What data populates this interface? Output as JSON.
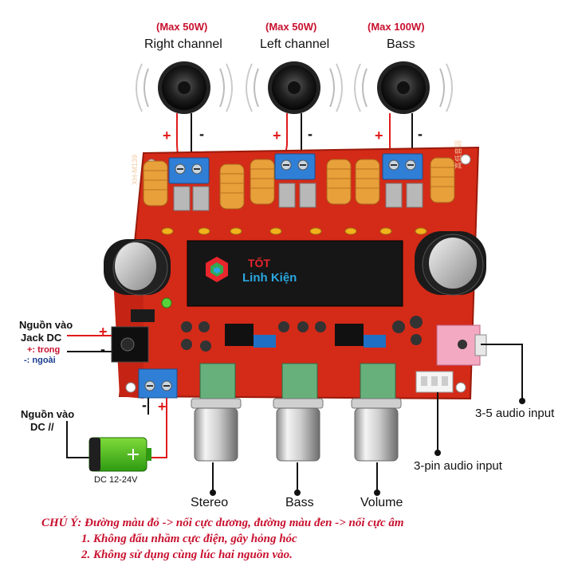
{
  "speakers": [
    {
      "max": "(Max 50W)",
      "name": "Right channel"
    },
    {
      "max": "(Max 50W)",
      "name": "Left channel"
    },
    {
      "max": "(Max 100W)",
      "name": "Bass"
    }
  ],
  "polarity": {
    "plus": "+",
    "minus": "-"
  },
  "dc_jack": {
    "title_line1": "Nguồn vào",
    "title_line2": "Jack DC",
    "inner": "+: trong",
    "outer": "-: ngoài"
  },
  "dc_terminal": {
    "title_line1": "Nguồn vào",
    "title_line2": "DC //"
  },
  "battery": {
    "label": "DC 12-24V"
  },
  "knobs": [
    "Stereo",
    "Bass",
    "Volume"
  ],
  "inputs": {
    "audio35": "3-5 audio input",
    "pin3": "3-pin audio input"
  },
  "logo": {
    "line1": "TỐT",
    "line2": "Linh Kiện"
  },
  "board": {
    "left_marking": "XH-M139",
    "right_marking": "高低音调"
  },
  "note": {
    "line1": "CHÚ Ý: Đường màu đỏ -> nối cực dương, đường màu đen -> nối cực âm",
    "line2": "1. Không đấu nhầm cực điện, gây hỏng hóc",
    "line3": "2. Không sử dụng cùng lúc hai nguồn vào."
  },
  "colors": {
    "accent": "#c8102e",
    "board": "#d42a18",
    "terminal": "#2f7fd6",
    "wire_pos": "#e01b1b",
    "wire_neg": "#111111"
  }
}
